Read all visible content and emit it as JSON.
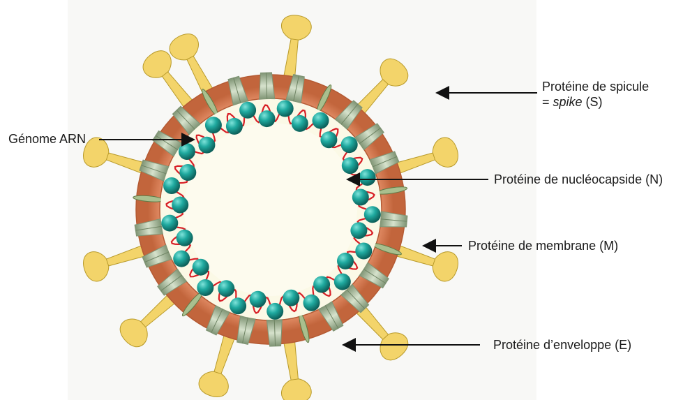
{
  "labels": {
    "spike_line1": "Protéine de spicule",
    "spike_line2_prefix": "= ",
    "spike_line2_italic": "spike",
    "spike_line2_suffix": " (S)",
    "genome": "Génome ARN",
    "nucleocapsid": "Protéine de nucléocapside (N)",
    "membrane": "Protéine de membrane (M)",
    "envelope": "Protéine d’enveloppe (E)"
  },
  "colors": {
    "background_panel": "#f8f8f6",
    "envelope_ring": "#e58a5e",
    "envelope_ring_dark": "#c2653c",
    "interior": "#fdfbee",
    "spike_fill": "#f3d46a",
    "spike_stroke": "#b89a2a",
    "membrane_protein": "#b9c8ae",
    "membrane_protein_dark": "#7f9474",
    "nucleocapsid": "#1a9c93",
    "rna_strand": "#d81f26",
    "arrow": "#111111"
  },
  "icons": {
    "spike_protein": "spike-protein-icon",
    "membrane_protein": "membrane-protein-icon",
    "envelope_protein": "envelope-protein-icon",
    "nucleocapsid_protein": "nucleocapsid-bead-icon"
  }
}
